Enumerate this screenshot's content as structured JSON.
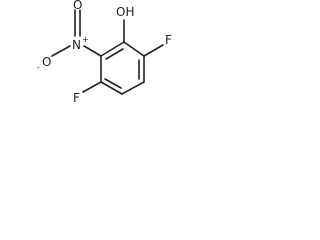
{
  "molecule": {
    "labels": {
      "oh": "OH",
      "nitro_n": "N",
      "nitro_n_charge": "+",
      "nitro_o_single": "O",
      "nitro_o_single_charge": "-",
      "nitro_o_double": "O",
      "f_right": "F",
      "f_left": "F"
    },
    "colors": {
      "bond": "#222222",
      "text": "#222222",
      "background": "#ffffff"
    }
  }
}
